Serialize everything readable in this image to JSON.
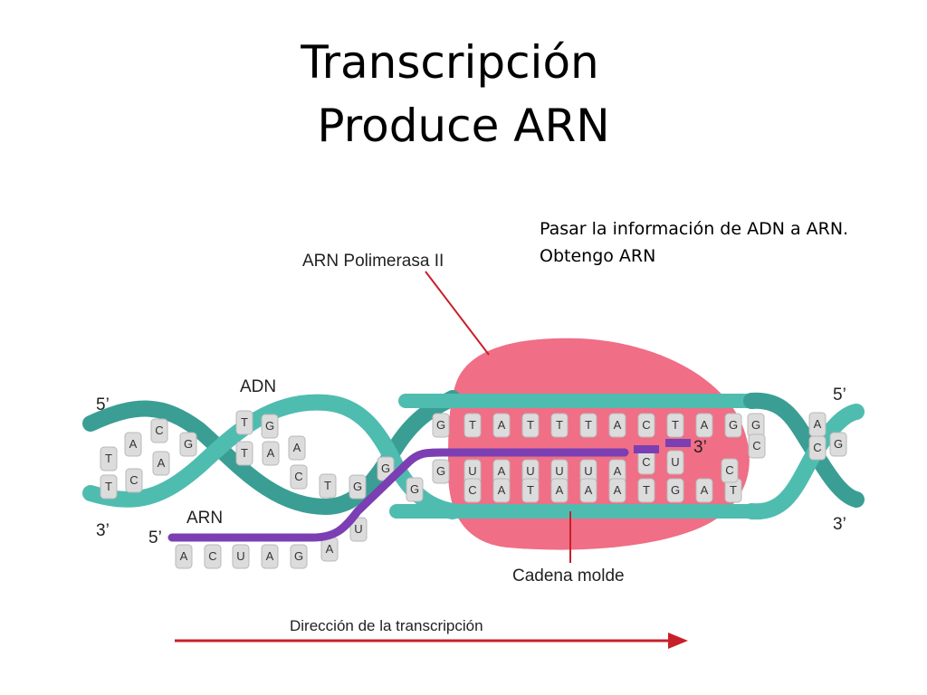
{
  "title": {
    "line1": "Transcripción",
    "line2": "Produce ARN"
  },
  "note": {
    "line1": "Pasar la información de ADN a ARN.",
    "line2": "Obtengo ARN"
  },
  "diagram": {
    "labels": {
      "polymerase": "ARN Polimerasa II",
      "dna": "ADN",
      "rna": "ARN",
      "template": "Cadena molde",
      "direction": "Dirección de la transcripción",
      "top_left_end": "5’",
      "bottom_left_end": "3’",
      "rna_start": "5’",
      "rna_end": "3’",
      "top_right_end": "5’",
      "bottom_right_end": "3’"
    },
    "coding_strand_bases": [
      "G",
      "T",
      "A",
      "T",
      "T",
      "T",
      "A",
      "C",
      "T",
      "A",
      "G",
      "G"
    ],
    "rna_in_bubble": [
      "U",
      "A",
      "U",
      "U",
      "U",
      "A",
      "C",
      "U"
    ],
    "template_strand_bases": [
      "C",
      "A",
      "T",
      "A",
      "A",
      "A",
      "T",
      "G",
      "A",
      "T"
    ],
    "rna_tail_bases": [
      "A",
      "C",
      "U",
      "A",
      "G",
      "A",
      "U"
    ],
    "left_helix_bases": [
      "T",
      "A",
      "C",
      "G",
      "A",
      "T",
      "C",
      "T",
      "G",
      "A",
      "A",
      "C",
      "T",
      "G",
      "T"
    ],
    "right_helix_bases": [
      "A",
      "C",
      "C",
      "G"
    ],
    "colors": {
      "helix": "#4fbcb0",
      "polymerase": "#f06e86",
      "rna": "#7b3fb3",
      "arrow": "#c8202a",
      "base": "#d9d9d9"
    }
  }
}
